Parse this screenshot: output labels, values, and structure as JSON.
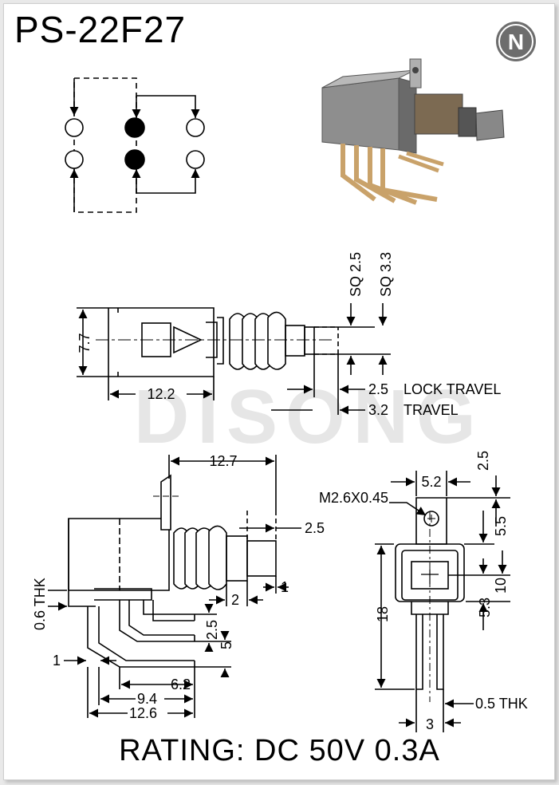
{
  "title": "PS-22F27",
  "rating": "RATING: DC 50V 0.3A",
  "logo_letter": "N",
  "watermark": "DISONG",
  "dims": {
    "sq25": "SQ 2.5",
    "sq33": "SQ 3.3",
    "h77": "7.7",
    "w122": "12.2",
    "lock_val": "2.5",
    "lock_label": "LOCK TRAVEL",
    "travel_val": "3.2",
    "travel_label": "TRAVEL",
    "w127": "12.7",
    "d25r": "2.5",
    "d1r": "1",
    "d2": "2",
    "thk06": "0.6 THK",
    "d25v": "2.5",
    "d5": "5",
    "d1l": "1",
    "d62": "6.2",
    "d94": "9.4",
    "d126": "12.6",
    "m26": "M2.6X0.45",
    "d52": "5.2",
    "d25t": "2.5",
    "d55": "5.5",
    "d10": "10",
    "d53": "5.3",
    "d18": "18",
    "thk05": "0.5 THK",
    "d3": "3"
  },
  "colors": {
    "ink": "#000000",
    "logo_fill": "#6d6d6d",
    "watermark": "#e6e6e6",
    "photo_metal": "#9a9a9a",
    "photo_copper": "#c9a26a"
  }
}
